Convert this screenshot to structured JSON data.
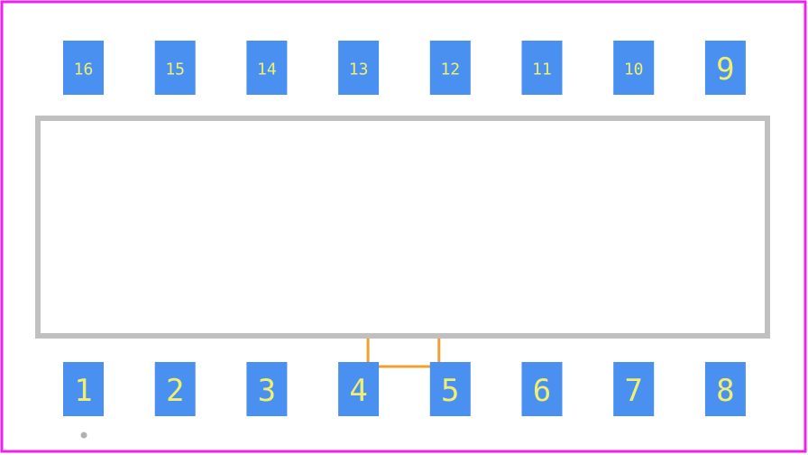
{
  "colors": {
    "background": "#ffffff",
    "border": "#ee22ee",
    "body_outline": "#c0c0c0",
    "pad_fill": "#4a90f0",
    "pad_label": "#f0f070",
    "link": "#f0a030",
    "pin1_dot": "#b0b0b0"
  },
  "pads": {
    "top": [
      "16",
      "15",
      "14",
      "13",
      "12",
      "11",
      "10",
      "9"
    ],
    "bottom": [
      "1",
      "2",
      "3",
      "4",
      "5",
      "6",
      "7",
      "8"
    ]
  },
  "link": {
    "from_pin": "4",
    "to_pin": "5"
  }
}
